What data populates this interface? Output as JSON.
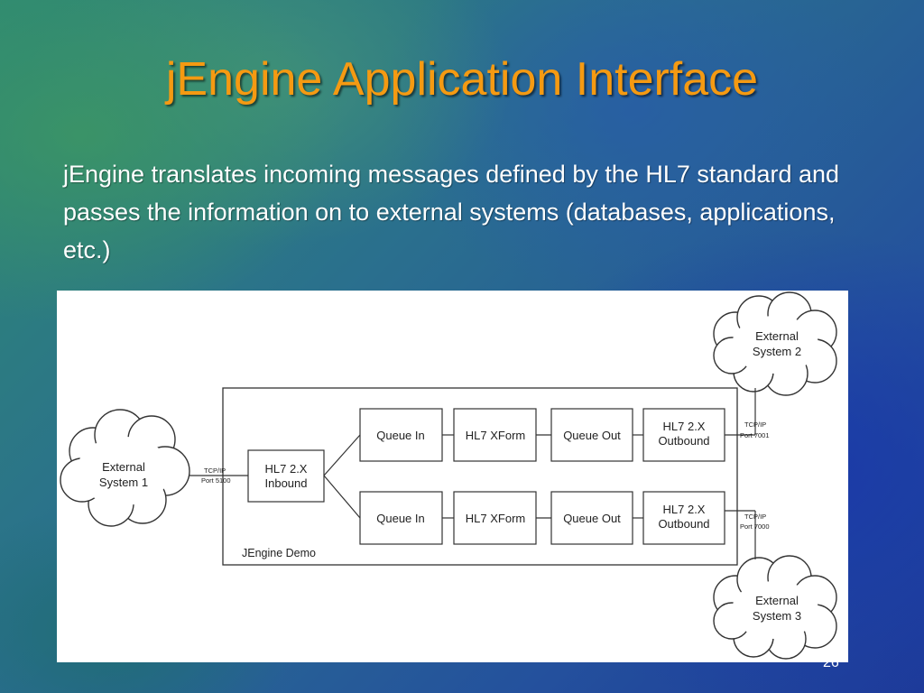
{
  "slide": {
    "title": "jEngine Application Interface",
    "body": "jEngine translates incoming messages defined by the HL7 standard and passes the information on to external systems (databases, applications, etc.)",
    "page_number": "26"
  },
  "diagram": {
    "demo_label": "JEngine Demo",
    "external_system_1": [
      "External",
      "System 1"
    ],
    "external_system_2": [
      "External",
      "System 2"
    ],
    "external_system_3": [
      "External",
      "System 3"
    ],
    "inbound_port": {
      "protocol": "TCP/IP",
      "port": "Port 5100"
    },
    "outbound_port_top": {
      "protocol": "TCP/IP",
      "port": "Port 7001"
    },
    "outbound_port_bottom": {
      "protocol": "TCP/IP",
      "port": "Port 7000"
    },
    "inbound_box": [
      "HL7 2.X",
      "Inbound"
    ],
    "pipelines": [
      {
        "queue_in": "Queue In",
        "xform": "HL7 XForm",
        "queue_out": "Queue Out",
        "outbound": [
          "HL7 2.X",
          "Outbound"
        ]
      },
      {
        "queue_in": "Queue In",
        "xform": "HL7 XForm",
        "queue_out": "Queue Out",
        "outbound": [
          "HL7 2.X",
          "Outbound"
        ]
      }
    ]
  }
}
